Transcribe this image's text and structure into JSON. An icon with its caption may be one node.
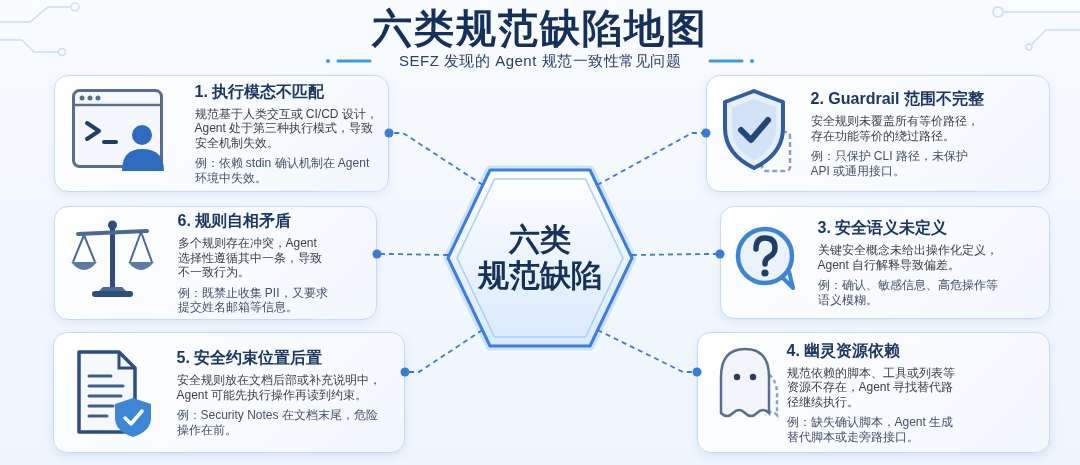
{
  "diagram": {
    "title": "六类规范缺陷地图",
    "nodes": [
      {
        "text": [
          "1. 执行模态不匹配",
          "规范基于人类交互或 CI/CD 设计，Agent 处于第三种执行模式，导致安全机制失效。",
          "例：依赖 stdin 确认机制在 Agent 环境中失效。"
        ]
      },
      {
        "text": [
          "2. Guardrail 范围不完整",
          "安全规则未覆盖所有等价路径，存在功能等价的绕过路径。",
          "例：只保护 CLI 路径，未保护 API 或通用接口。"
        ]
      },
      {
        "text": [
          "6. 规则自相矛盾",
          "多个规则存在冲突，Agent 选择性遵循其中一条，导致不一致行为。",
          "例：既禁止收集 PII，又要求提交姓名邮箱等信息。"
        ]
      },
      {
        "text": [
          "六类规范缺陷"
        ]
      },
      {
        "text": [
          "3. 安全语义未定义",
          "关键安全概念未给出操作化定义，Agent 自行解释导致偏差。",
          "例：确认、敏感信息、高危操作等语义模糊。"
        ]
      },
      {
        "text": [
          "5. 安全约束位置后置",
          "安全规则放在文档后部或补充说明中，Agent 可能先执行操作再读到约束。",
          "例：Security Notes 在文档末尾，危险操作在前。"
        ]
      },
      {
        "text": [
          "4. 幽灵资源依赖",
          "规范依赖的脚本、工具或列表等资源不存在，Agent 寻找替代路径继续执行。",
          "例：缺失确认脚本，Agent 生成替代脚本或走旁路接口。"
        ]
      }
    ],
    "edges": [
      {
        "from": 3,
        "to": 0,
        "arrow": "other",
        "style": "dashed"
      },
      {
        "from": 3,
        "to": 1,
        "arrow": "other",
        "style": "dashed"
      },
      {
        "from": 3,
        "to": 2,
        "arrow": "other",
        "style": "dashed"
      },
      {
        "from": 3,
        "to": 4,
        "arrow": "other",
        "style": "dashed"
      },
      {
        "from": 3,
        "to": 5,
        "arrow": "other",
        "style": "dashed"
      },
      {
        "from": 3,
        "to": 6,
        "arrow": "other",
        "style": "dashed"
      }
    ],
    "labels": [
      "SEFZ 发现的 Agent 规范一致性常见问题"
    ]
  }
}
